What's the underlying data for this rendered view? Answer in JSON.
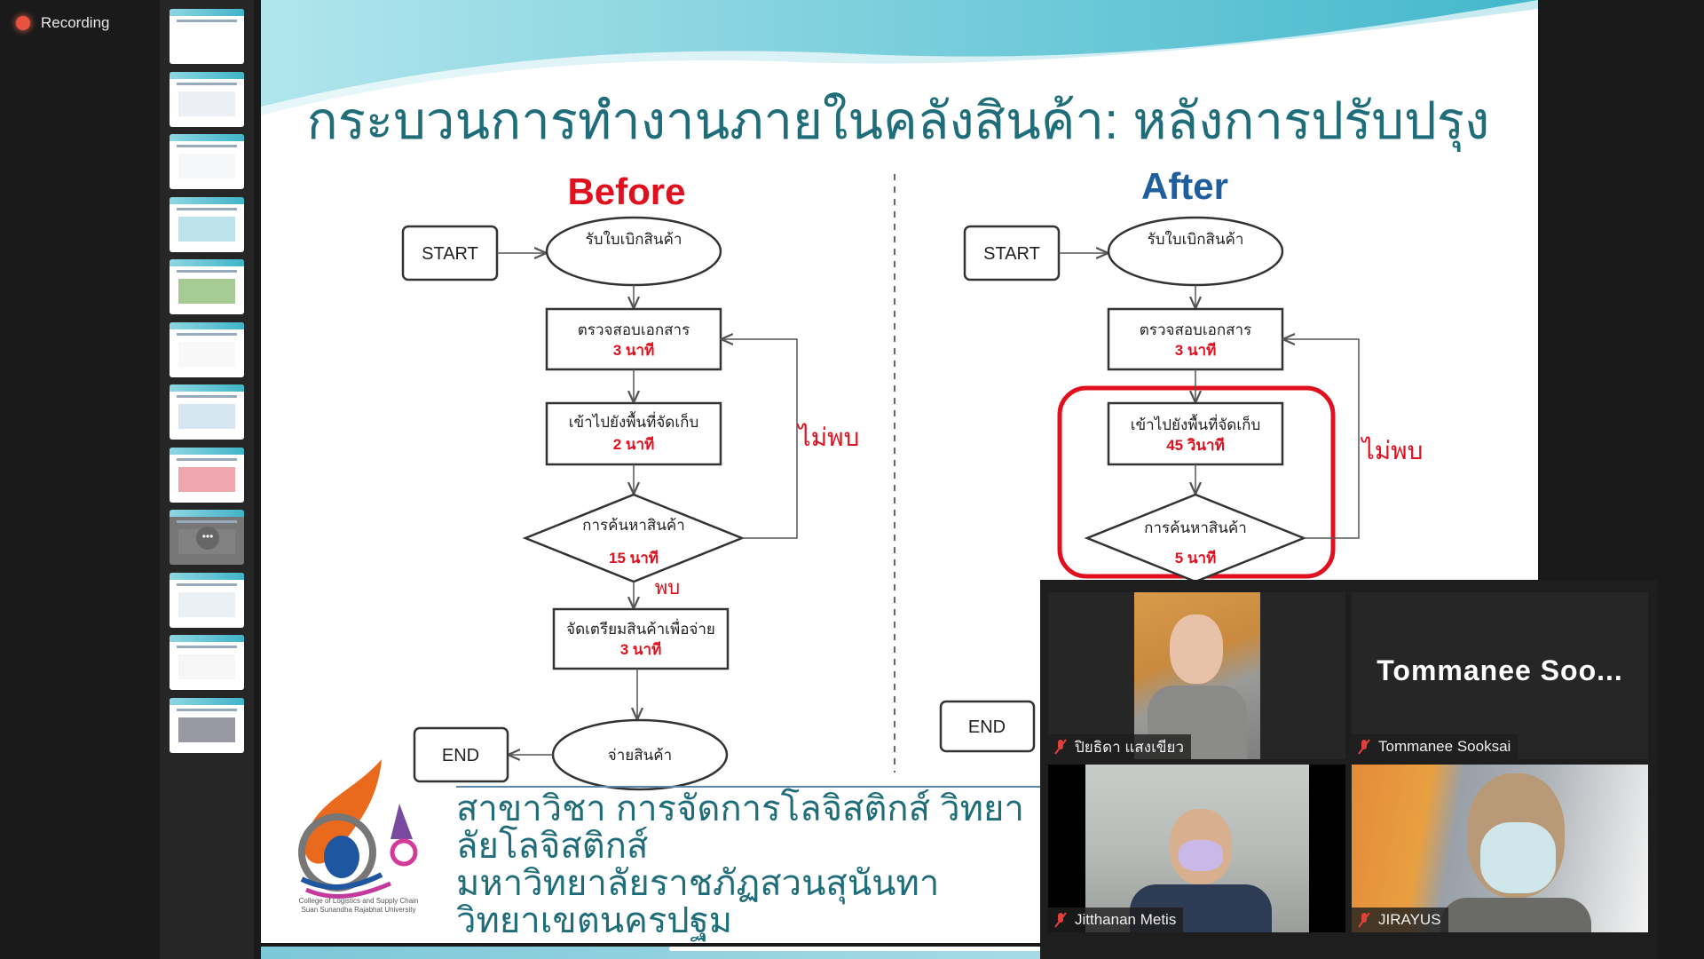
{
  "recording": {
    "label": "Recording",
    "color": "#e8533f"
  },
  "thumbnails": {
    "count": 12,
    "more_label": "•••"
  },
  "slide": {
    "title": "กระบวนการทำงานภายในคลังสินค้า: หลังการปรับปรุง",
    "before": {
      "heading": "Before",
      "start": "START",
      "receive": "รับใบเบิกสินค้า",
      "check_doc": "ตรวจสอบเอกสาร",
      "check_time": "3 นาที",
      "go_storage": "เข้าไปยังพื้นที่จัดเก็บ",
      "go_time": "2 นาที",
      "search": "การค้นหาสินค้า",
      "search_time": "15 นาที",
      "not_found": "ไม่พบ",
      "found": "พบ",
      "prepare": "จัดเตรียมสินค้าเพื่อจ่าย",
      "prepare_time": "3 นาที",
      "dispatch": "จ่ายสินค้า",
      "end": "END"
    },
    "after": {
      "heading": "After",
      "start": "START",
      "receive": "รับใบเบิกสินค้า",
      "check_doc": "ตรวจสอบเอกสาร",
      "check_time": "3 นาที",
      "go_storage": "เข้าไปยังพื้นที่จัดเก็บ",
      "go_time": "45 วินาที",
      "search": "การค้นหาสินค้า",
      "search_time": "5   นาที",
      "not_found": "ไม่พบ",
      "end": "END"
    },
    "footer_line1": "สาขาวิชา การจัดการโลจิสติกส์ วิทยาลัยโลจิสติกส์",
    "footer_line2": "มหาวิทยาลัยราชภัฏสวนสุนันทา วิทยาเขตนครปฐม",
    "logo_text1": "College of Logistics and Supply Chain",
    "logo_text2": "Suan Sunandha Rajabhat University",
    "colors": {
      "title": "#1f6d7a",
      "before": "#e0101e",
      "after": "#1f5e9c",
      "time": "#e0101e",
      "highlight": "#e0101e",
      "footer": "#1f6d7a"
    }
  },
  "participants": [
    {
      "name": "ปิยธิดา แสงเขียว",
      "muted": true,
      "video": true
    },
    {
      "name": "Tommanee Sooksai",
      "display": "Tommanee  Soo...",
      "muted": true,
      "video": false
    },
    {
      "name": "Jitthanan Metis",
      "muted": true,
      "video": true
    },
    {
      "name": "JIRAYUS",
      "muted": true,
      "video": true
    }
  ]
}
